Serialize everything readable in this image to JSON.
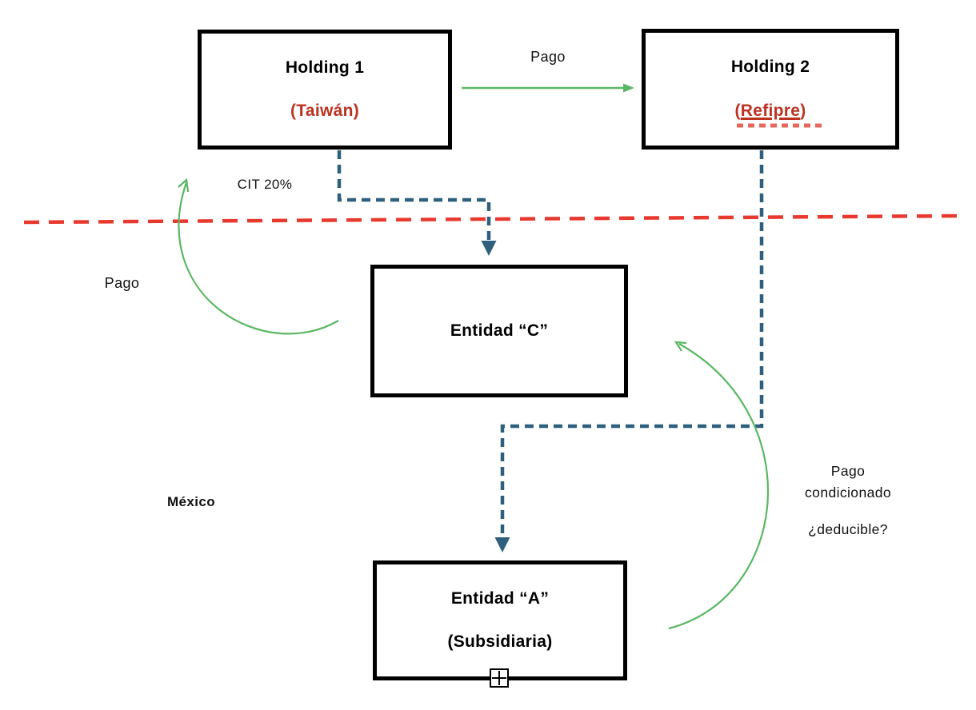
{
  "diagram": {
    "boxes": {
      "holding1": {
        "title": "Holding 1",
        "subtitle": "(Taiwán)"
      },
      "holding2": {
        "title": "Holding 2",
        "subtitle_open": "(",
        "subtitle_word": "Refipre",
        "subtitle_close": ")"
      },
      "entidad_c": {
        "title": "Entidad “C”"
      },
      "entidad_a": {
        "title": "Entidad “A”",
        "subtitle": "(Subsidiaria)"
      }
    },
    "labels": {
      "pago_top": "Pago",
      "cit_rate": "CIT 20%",
      "pago_left": "Pago",
      "mexico": "México",
      "pago_cond_line1": "Pago",
      "pago_cond_line2": "condicionado",
      "deducible": "¿deducible?"
    },
    "icons": {
      "expand_plus": "plus-in-square"
    },
    "colors": {
      "green": "#5AB763",
      "blue": "#2E607E",
      "red_line": "#E8392F",
      "red_text": "#BC3221",
      "red_underline": "#E2685E"
    }
  }
}
